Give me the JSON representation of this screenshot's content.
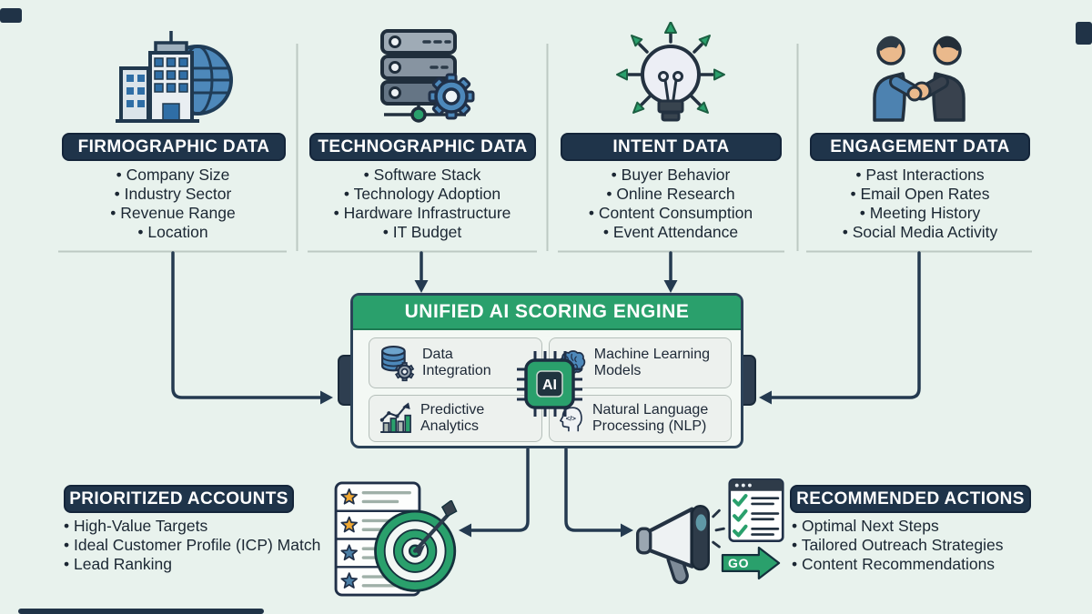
{
  "colors": {
    "background": "#e8f2ed",
    "navy": "#1f344a",
    "green": "#2aa06c",
    "blue_accent": "#4d88ba",
    "text": "#1b2733",
    "panel": "#f3f8f4"
  },
  "sources": [
    {
      "title": "FIRMOGRAPHIC DATA",
      "icon": "building-globe-icon",
      "items": [
        "Company Size",
        "Industry Sector",
        "Revenue Range",
        "Location"
      ]
    },
    {
      "title": "TECHNOGRAPHIC DATA",
      "icon": "server-gear-icon",
      "items": [
        "Software Stack",
        "Technology Adoption",
        "Hardware Infrastructure",
        "IT Budget"
      ]
    },
    {
      "title": "INTENT DATA",
      "icon": "lightbulb-arrows-icon",
      "items": [
        "Buyer Behavior",
        "Online Research",
        "Content Consumption",
        "Event Attendance"
      ]
    },
    {
      "title": "ENGAGEMENT DATA",
      "icon": "handshake-icon",
      "items": [
        "Past Interactions",
        "Email Open Rates",
        "Meeting History",
        "Social Media Activity"
      ]
    }
  ],
  "engine": {
    "title": "UNIFIED AI SCORING ENGINE",
    "chip_label": "AI",
    "modules": [
      {
        "label": "Data Integration",
        "icon": "database-gear-icon"
      },
      {
        "label": "Machine Learning Models",
        "icon": "brain-icon"
      },
      {
        "label": "Predictive Analytics",
        "icon": "bar-chart-icon"
      },
      {
        "label": "Natural Language Processing (NLP)",
        "icon": "head-code-icon"
      }
    ]
  },
  "outputs": {
    "prioritized_accounts": {
      "title": "PRIORITIZED ACCOUNTS",
      "icons": [
        "ranked-list-icon",
        "target-icon"
      ],
      "items": [
        "High-Value Targets",
        "Ideal Customer Profile (ICP) Match",
        "Lead Ranking"
      ]
    },
    "recommended_actions": {
      "title": "RECOMMENDED ACTIONS",
      "icons": [
        "megaphone-icon",
        "checklist-icon",
        "go-arrow-icon"
      ],
      "items": [
        "Optimal Next Steps",
        "Tailored Outreach Strategies",
        "Content Recommendations"
      ]
    },
    "go_label": "GO"
  }
}
